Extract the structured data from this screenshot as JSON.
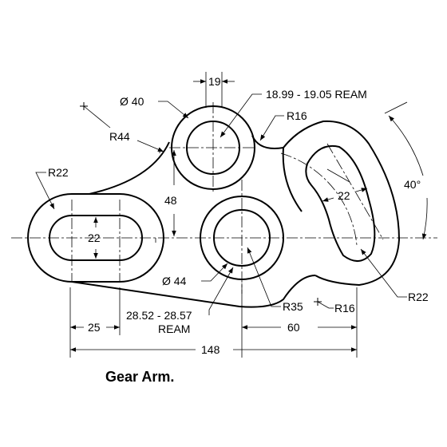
{
  "caption": "Gear Arm.",
  "dims": {
    "dia40": "Ø 40",
    "width19": "19",
    "ream_top": "18.99 - 19.05 REAM",
    "r16_top": "R16",
    "r44": "R44",
    "r22_left": "R22",
    "dim48": "48",
    "dim22_slot": "22",
    "dim22_arc": "22",
    "angle40": "40°",
    "dia44": "Ø 44",
    "ream_center_line1": "28.52 - 28.57",
    "ream_center_line2": "REAM",
    "r35": "R35",
    "r16_bottom": "R16",
    "r22_right": "R22",
    "dim25": "25",
    "dim60": "60",
    "dim148": "148"
  }
}
